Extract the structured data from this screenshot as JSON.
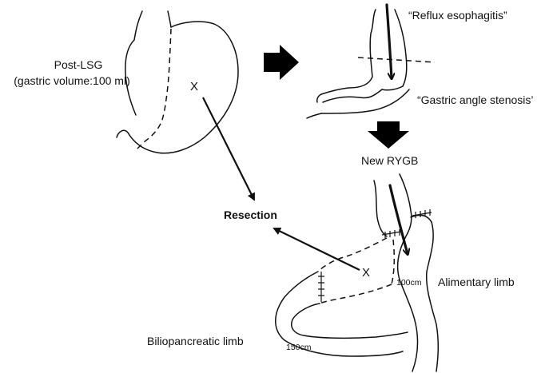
{
  "labels": {
    "post_lsg": "Post-LSG",
    "gastric_volume": "(gastric volume:100 ml)",
    "reflux": "“Reflux esophagitis”",
    "stenosis": "“Gastric angle stenosis’",
    "new_rygb": "New RYGB",
    "resection": "Resection",
    "alimentary_limb": "Alimentary limb",
    "biliopancreatic_limb": "Biliopancreatic limb",
    "length_100": "100cm",
    "length_150": "150cm",
    "x_mark_1": "X",
    "x_mark_2": "X"
  }
}
